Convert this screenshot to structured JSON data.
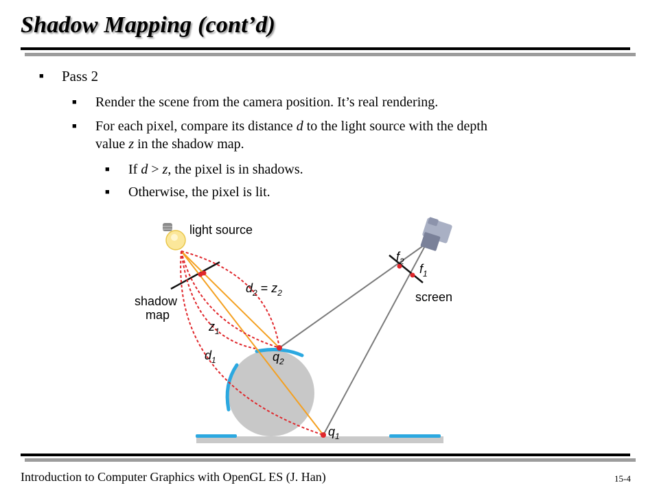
{
  "slide": {
    "title": "Shadow Mapping (cont’d)",
    "bullets": [
      {
        "level": 1,
        "text": "Pass 2"
      },
      {
        "level": 2,
        "text": "Render the scene from the camera position. It’s real rendering."
      },
      {
        "level": 2,
        "line1_a": "For each pixel, compare its distance ",
        "line1_var": "d",
        "line1_b": " to the light source with the depth",
        "line2_a": "value ",
        "line2_var": "z",
        "line2_b": " in the shadow map."
      },
      {
        "level": 3,
        "a": "If ",
        "var1": "d",
        "op": " > ",
        "var2": "z",
        "b": ", the pixel is in shadows."
      },
      {
        "level": 3,
        "text": "Otherwise, the pixel is lit."
      }
    ],
    "footer": "Introduction to Computer Graphics with OpenGL ES (J. Han)",
    "page_number": "15-4"
  },
  "figure": {
    "light_label": "light source",
    "shadow_map_label_1": "shadow",
    "shadow_map_label_2": "map",
    "screen_label": "screen",
    "d2_eq_z2": "d",
    "z1": "z",
    "d1": "d",
    "q2": "q",
    "q1": "q",
    "f2": "f",
    "f1": "f",
    "sub_1": "1",
    "sub_2": "2",
    "eq": " = ",
    "colors": {
      "orange_ray": "#f4a020",
      "red_dash": "#e0262b",
      "gray_ray": "#7a7a7a",
      "sphere": "#c8c8c8",
      "cyan_lit": "#2ba8e0",
      "floor": "#c9c9c9"
    }
  }
}
